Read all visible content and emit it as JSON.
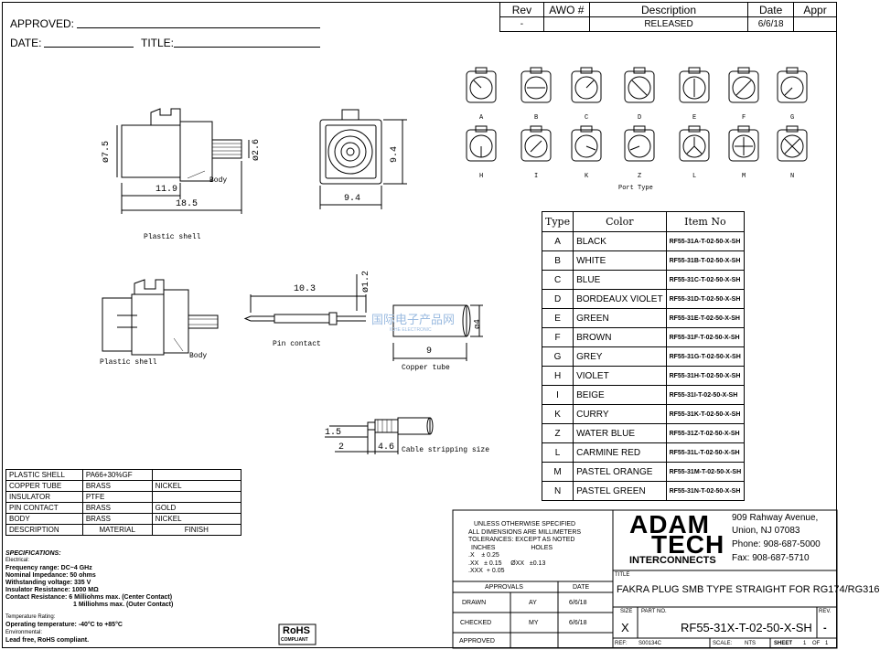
{
  "header": {
    "approved_label": "APPROVED:",
    "date_label": "DATE:",
    "title_label": "TITLE:"
  },
  "revision": {
    "headers": [
      "Rev",
      "AWO #",
      "Description",
      "Date",
      "Appr"
    ],
    "row": [
      "-",
      "",
      "RELEASED",
      "6/6/18",
      ""
    ]
  },
  "drawing": {
    "dim_diam_7_5": "ø7.5",
    "dim_diam_2_6": "ø2.6",
    "dim_11_9": "11.9",
    "dim_18_5": "18.5",
    "body_label": "Body",
    "plastic_shell_label": "Plastic shell",
    "dim_9_4_v": "9.4",
    "dim_9_4_h": "9.4",
    "dim_10_3": "10.3",
    "dim_diam_1_2": "ø1.2",
    "dim_diam_4": "ø4",
    "dim_9": "9",
    "pin_contact_label": "Pin contact",
    "copper_tube_label": "Copper tube",
    "plastic_shell_label_2": "Plastic shell",
    "body_label_2": "Body",
    "dim_1_5": "1.5",
    "dim_2": "2",
    "dim_4_6": "4.6",
    "cable_stripping_label": "Cable stripping size",
    "port_type_label": "Port Type",
    "watermark": "国际电子产品网",
    "watermark_sub": "ICHE ELECTRONIC"
  },
  "port_types_row1": [
    "A",
    "B",
    "C",
    "D",
    "E",
    "F",
    "G"
  ],
  "port_types_row2": [
    "H",
    "I",
    "K",
    "Z",
    "L",
    "M",
    "N"
  ],
  "color_table": {
    "headers": [
      "Type",
      "Color",
      "Item No"
    ],
    "rows": [
      [
        "A",
        "BLACK",
        "RF55-31A-T-02-50-X-SH"
      ],
      [
        "B",
        "WHITE",
        "RF55-31B-T-02-50-X-SH"
      ],
      [
        "C",
        "BLUE",
        "RF55-31C-T-02-50-X-SH"
      ],
      [
        "D",
        "BORDEAUX VIOLET",
        "RF55-31D-T-02-50-X-SH"
      ],
      [
        "E",
        "GREEN",
        "RF55-31E-T-02-50-X-SH"
      ],
      [
        "F",
        "BROWN",
        "RF55-31F-T-02-50-X-SH"
      ],
      [
        "G",
        "GREY",
        "RF55-31G-T-02-50-X-SH"
      ],
      [
        "H",
        "VIOLET",
        "RF55-31H-T-02-50-X-SH"
      ],
      [
        "I",
        "BEIGE",
        "RF55-31I-T-02-50-X-SH"
      ],
      [
        "K",
        "CURRY",
        "RF55-31K-T-02-50-X-SH"
      ],
      [
        "Z",
        "WATER BLUE",
        "RF55-31Z-T-02-50-X-SH"
      ],
      [
        "L",
        "CARMINE RED",
        "RF55-31L-T-02-50-X-SH"
      ],
      [
        "M",
        "PASTEL ORANGE",
        "RF55-31M-T-02-50-X-SH"
      ],
      [
        "N",
        "PASTEL GREEN",
        "RF55-31N-T-02-50-X-SH"
      ]
    ]
  },
  "materials": {
    "rows": [
      [
        "PLASTIC SHELL",
        "PA66+30%GF",
        ""
      ],
      [
        "COPPER TUBE",
        "BRASS",
        "NICKEL"
      ],
      [
        "INSULATOR",
        "PTFE",
        ""
      ],
      [
        "PIN CONTACT",
        "BRASS",
        "GOLD"
      ],
      [
        "BODY",
        "BRASS",
        "NICKEL"
      ],
      [
        "DESCRIPTION",
        "MATERIAL",
        "FINISH"
      ]
    ]
  },
  "specifications": {
    "heading": "SPECIFICATIONS:",
    "electrical_label": "Electrical:",
    "lines": [
      "Frequency range: DC~4 GHz",
      "Nominal Impedance: 50 ohms",
      "Withstanding voltage: 335 V",
      "Insulator Resistance: 1000 MΩ",
      "Contact Resistance: 6 Milliohms max. (Center Contact)",
      "1 Milliohms max. (Outer Contact)"
    ],
    "temp_label": "Temperature Rating:",
    "temp_line": "Operating temperature: -40°C to +85°C",
    "env_label": "Environmental:",
    "env_line": "Lead free, RoHS compliant.",
    "rohs_badge": "RoHS",
    "rohs_sub": "COMPLIANT"
  },
  "tolerances": {
    "lines": [
      "UNLESS OTHERWISE SPECIFIED",
      "ALL DIMENSIONS ARE MILLIMETERS",
      "TOLERANCES: EXCEPT AS NOTED",
      "INCHES                    HOLES",
      ".X    ± 0.25",
      ".XX   ± 0.15     ØXX   ±0.13",
      ".XXX  + 0.05"
    ]
  },
  "approvals": {
    "header_approvals": "APPROVALS",
    "header_date": "DATE",
    "rows": [
      [
        "DRAWN",
        "AY",
        "6/6/18"
      ],
      [
        "CHECKED",
        "MY",
        "6/6/18"
      ],
      [
        "APPROVED",
        "",
        ""
      ]
    ]
  },
  "company": {
    "logo_line1": "ADAM",
    "logo_line2": "TECH",
    "logo_line3": "INTERCONNECTS",
    "address1": "909 Rahway Avenue,",
    "address2": "Union, NJ 07083",
    "phone": "Phone: 908-687-5000",
    "fax": "Fax: 908-687-5710"
  },
  "title_block": {
    "title_label": "TITLE",
    "title": "FAKRA PLUG SMB TYPE STRAIGHT FOR RG174/RG316",
    "size_label": "SIZE",
    "size": "X",
    "part_label": "PART NO.",
    "part_no": "RF55-31X-T-02-50-X-SH",
    "rev_label": "REV.",
    "rev": "-",
    "ref_label": "REF:",
    "ref": "S00134C",
    "scale_label": "SCALE:",
    "scale": "NTS",
    "sheet_label": "SHEET",
    "sheet": "1",
    "of_label": "OF",
    "of": "1"
  }
}
